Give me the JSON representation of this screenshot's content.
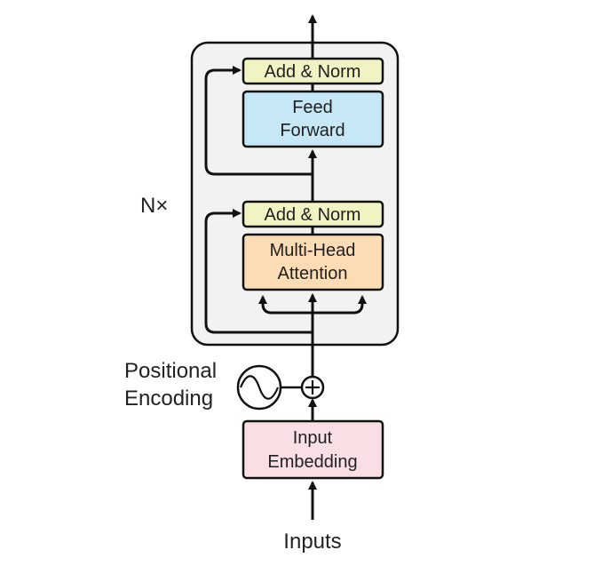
{
  "labels": {
    "repeat": "N×",
    "positional_line1": "Positional",
    "positional_line2": "Encoding",
    "inputs": "Inputs"
  },
  "blocks": {
    "add_norm_top": "Add & Norm",
    "feed_forward_line1": "Feed",
    "feed_forward_line2": "Forward",
    "add_norm_bottom": "Add & Norm",
    "attention_line1": "Multi-Head",
    "attention_line2": "Attention",
    "embedding_line1": "Input",
    "embedding_line2": "Embedding"
  },
  "colors": {
    "add_norm": "#f1f4c2",
    "feed_forward": "#c6e7f6",
    "attention": "#fcdcb4",
    "embedding": "#f9dfe3",
    "container": "#f2f2f2",
    "stroke": "#111111"
  }
}
